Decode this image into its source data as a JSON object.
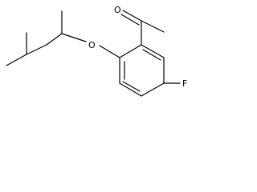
{
  "molecule": {
    "atoms": {
      "ketone_oxygen": "O",
      "ether_oxygen": "O",
      "fluorine": "F"
    }
  },
  "colors": {
    "bond": "#000000",
    "text": "#000000",
    "background": "#ffffff"
  }
}
